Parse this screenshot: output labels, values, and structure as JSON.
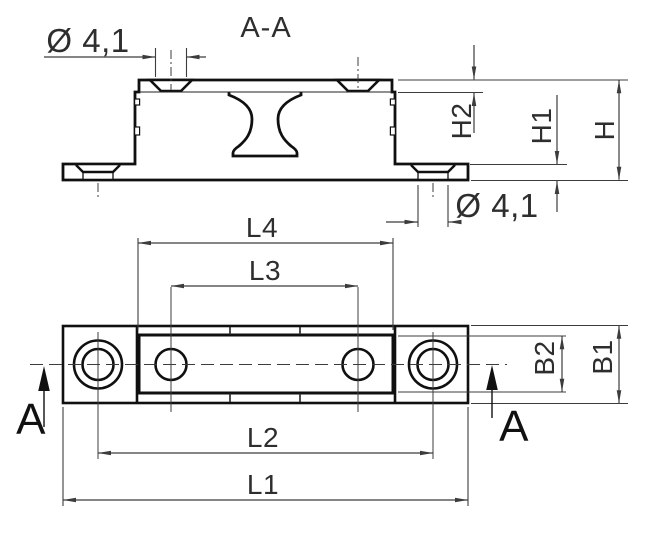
{
  "drawing": {
    "section_title": "A-A",
    "section_marker": "A",
    "colors": {
      "line": "#101010",
      "dim": "#3c3c3c",
      "background": "#ffffff"
    },
    "dims": {
      "dia_top": "Ø 4,1",
      "dia_bottom": "Ø 4,1",
      "h": "H",
      "h1": "H1",
      "h2": "H2",
      "l1": "L1",
      "l2": "L2",
      "l3": "L3",
      "l4": "L4",
      "b1": "B1",
      "b2": "B2"
    }
  }
}
